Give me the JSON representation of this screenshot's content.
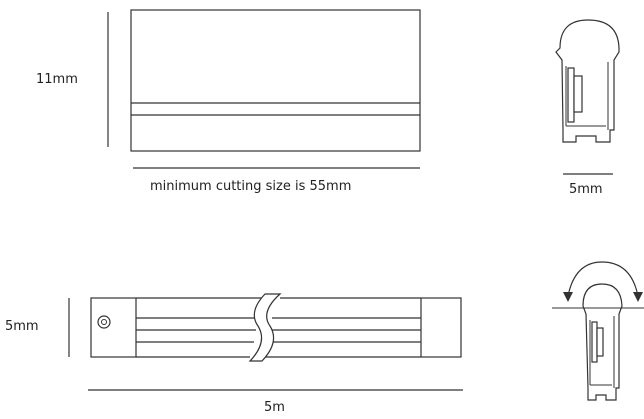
{
  "labels": {
    "height_dim": "11mm",
    "cutting_note": "minimum cutting size is 55mm",
    "top_profile_width": "5mm",
    "side_height_dim": "5mm",
    "length_dim": "5m"
  }
}
